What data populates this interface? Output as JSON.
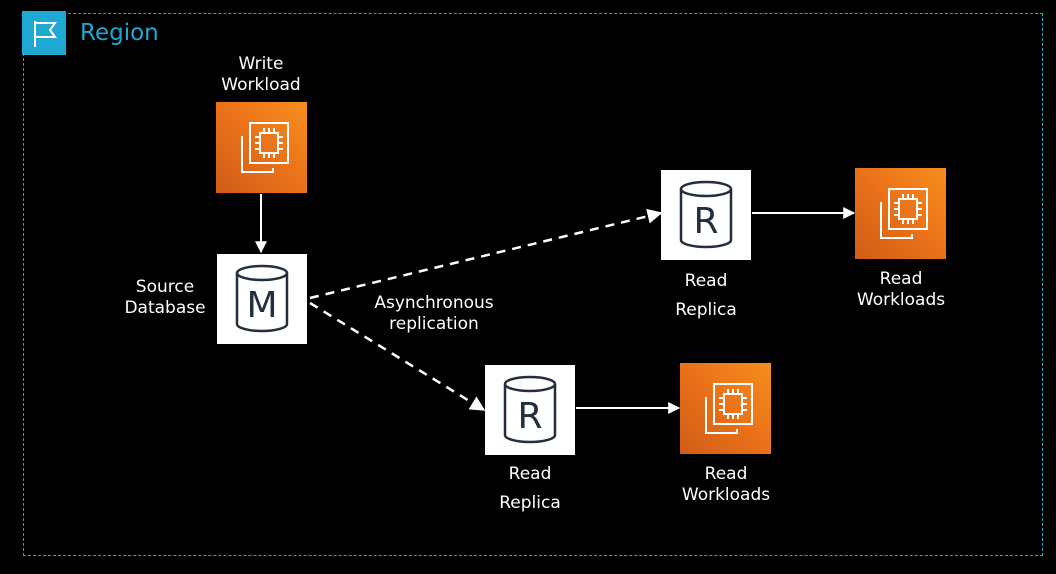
{
  "region": {
    "label": "Region",
    "icon": "flag-icon"
  },
  "nodes": {
    "write_workload": {
      "label_line1": "Write",
      "label_line2": "Workload",
      "icon": "ec2-instance-icon"
    },
    "source_db": {
      "label_line1": "Source",
      "label_line2": "Database",
      "letter": "M",
      "icon": "database-icon"
    },
    "replica_top": {
      "label_line1": "Read",
      "label_line2": "Replica",
      "letter": "R",
      "icon": "database-icon"
    },
    "replica_bottom": {
      "label_line1": "Read",
      "label_line2": "Replica",
      "letter": "R",
      "icon": "database-icon"
    },
    "read_workload_top": {
      "label_line1": "Read",
      "label_line2": "Workloads",
      "icon": "ec2-instance-icon"
    },
    "read_workload_bottom": {
      "label_line1": "Read",
      "label_line2": "Workloads",
      "icon": "ec2-instance-icon"
    }
  },
  "edges": {
    "replication": {
      "label_line1": "Asynchronous",
      "label_line2": "replication",
      "style": "dashed"
    }
  },
  "colors": {
    "region": "#1fa8d1",
    "ec2_orange": "#ea7119",
    "background": "#000000",
    "line": "#ffffff"
  }
}
